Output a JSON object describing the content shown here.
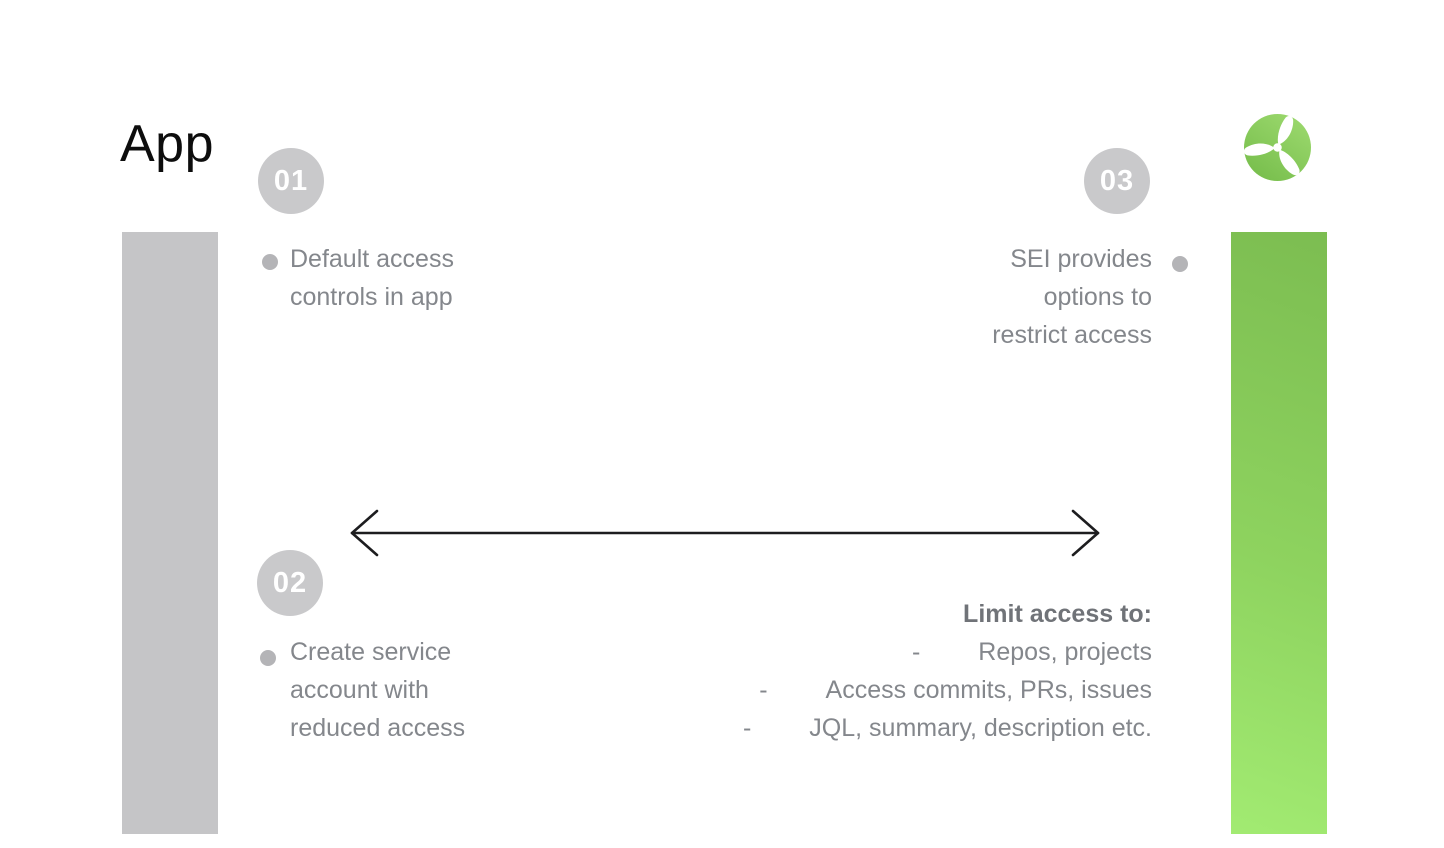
{
  "title": "App",
  "logo": {
    "icon": "propeller-icon"
  },
  "steps": [
    {
      "id": "01",
      "lines": [
        "Default access",
        "controls in app"
      ]
    },
    {
      "id": "02",
      "lines": [
        "Create service",
        "account with",
        "reduced access"
      ]
    },
    {
      "id": "03",
      "lines": [
        "SEI provides",
        "options to",
        "restrict access"
      ]
    }
  ],
  "limit": {
    "heading": "Limit access to:",
    "dash": "-",
    "items": [
      "Repos, projects",
      "Access commits, PRs, issues",
      "JQL, summary, description etc."
    ]
  },
  "colors": {
    "app_bar_gray": "#C5C5C7",
    "sei_bar_green_top": "#7CBD51",
    "sei_bar_green_bottom": "#A2EB72",
    "badge_gray": "#C9C9CB",
    "body_text_gray": "#84878C",
    "heading_text_gray": "#707378",
    "arrow_black": "#1D1D1F",
    "logo_green_light": "#9CD96E",
    "logo_green_dark": "#76BD4B",
    "title_black": "#0D0D0D"
  }
}
